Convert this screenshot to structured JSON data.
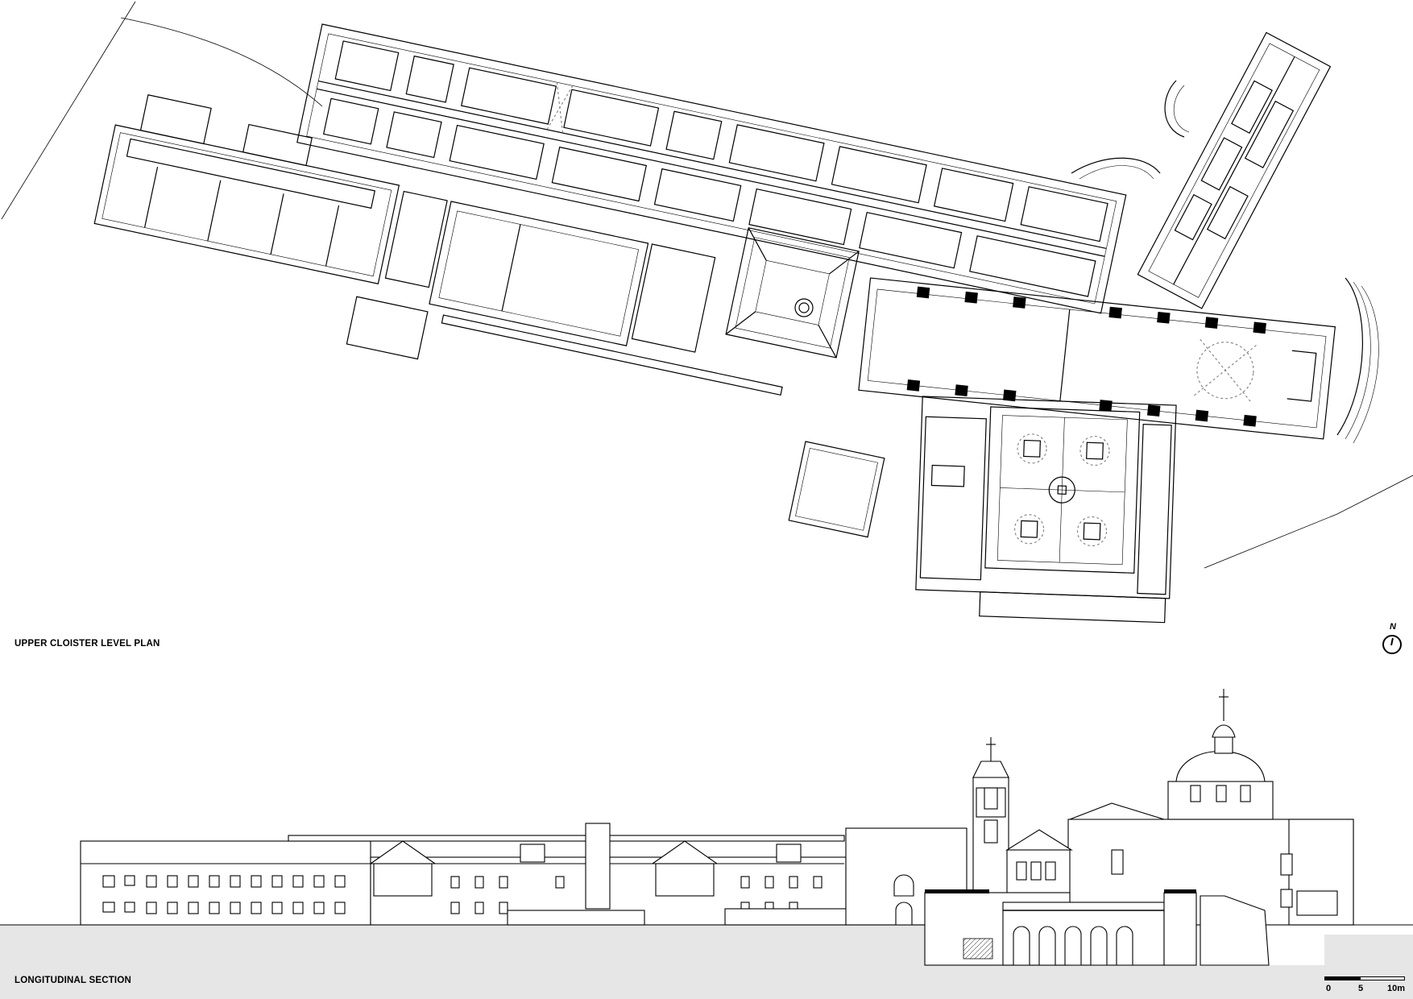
{
  "labels": {
    "plan_title": "UPPER CLOISTER LEVEL PLAN",
    "section_title": "LONGITUDINAL SECTION",
    "north": "N"
  },
  "scale_bar": {
    "ticks": [
      "0",
      "5",
      "10m"
    ]
  },
  "colors": {
    "line": "#000000",
    "ground": "#e6e6e6",
    "background": "#ffffff",
    "dashed": "#888888"
  }
}
